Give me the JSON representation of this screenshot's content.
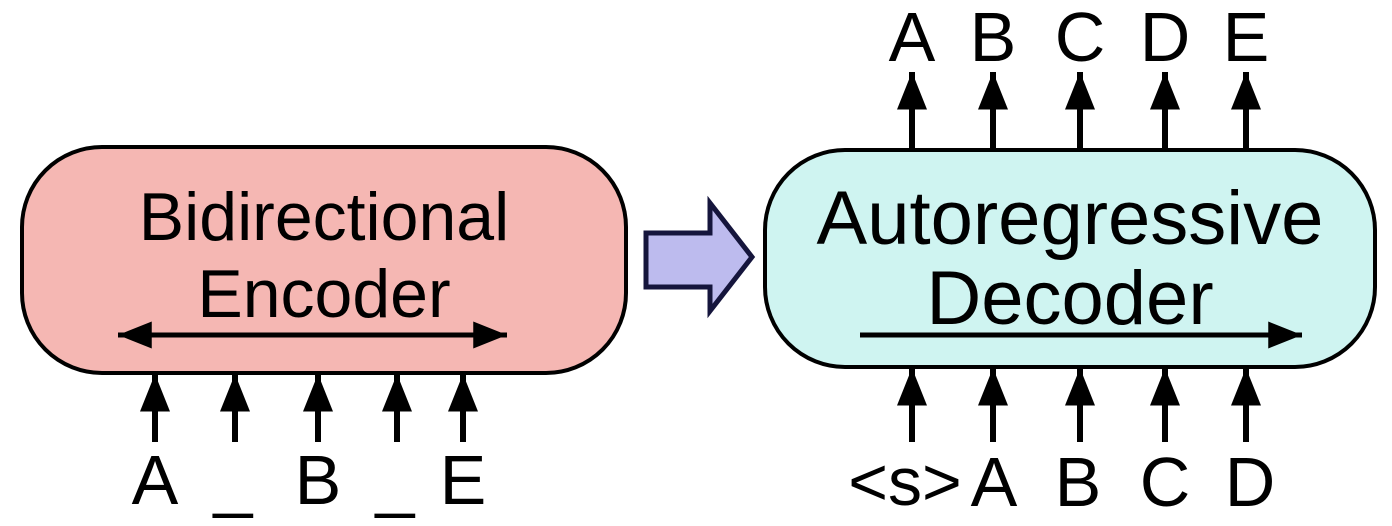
{
  "figure": {
    "encoder": {
      "title_line1": "Bidirectional",
      "title_line2": "Encoder",
      "fill_color": "#f5b7b3",
      "border_color": "#000000",
      "inputs": [
        "A",
        "_",
        "B",
        "_",
        "E"
      ]
    },
    "decoder": {
      "title_line1": "Autoregressive",
      "title_line2": "Decoder",
      "fill_color": "#cff4f1",
      "border_color": "#000000",
      "outputs": [
        "A",
        "B",
        "C",
        "D",
        "E"
      ],
      "inputs": [
        "<s>",
        "A",
        "B",
        "C",
        "D"
      ]
    },
    "connector_arrow": {
      "fill_color": "#bdbbee",
      "border_color": "#15153c"
    },
    "arrow_color": "#000000"
  }
}
